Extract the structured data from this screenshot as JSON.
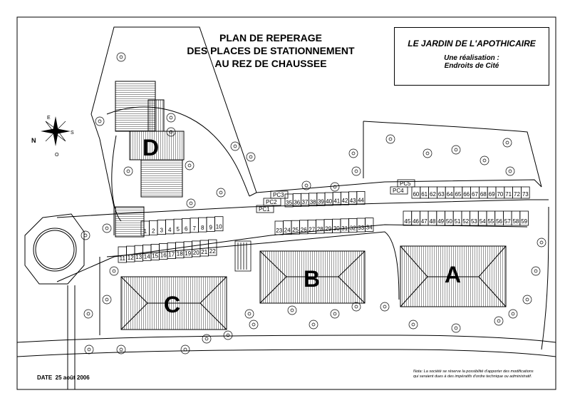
{
  "title_lines": [
    "PLAN DE REPERAGE",
    "DES PLACES DE STATIONNEMENT",
    "AU REZ DE CHAUSSEE"
  ],
  "cartouche": {
    "name": "LE JARDIN DE L'APOTHICAIRE",
    "line2": "Une réalisation :",
    "line3": "Endroits de Cité"
  },
  "date_label": "DATE",
  "date_value": "25 août 2006",
  "note_line1": "Nota: La société se réserve la possibilité d'apporter des modifications",
  "note_line2": "qui seraient dues à des impératifs d'ordre technique ou administratif.",
  "compass": {
    "n": "N",
    "s": "S",
    "e": "E",
    "o": "O"
  },
  "buildings": {
    "a": "A",
    "b": "B",
    "c": "C",
    "d": "D"
  },
  "spots": {
    "row_1_10": [
      "1",
      "2",
      "3",
      "4",
      "5",
      "6",
      "7",
      "8",
      "9",
      "10"
    ],
    "row_11_22": [
      "11",
      "12",
      "13",
      "14",
      "15",
      "16",
      "17",
      "18",
      "19",
      "20",
      "21",
      "22"
    ],
    "row_23_34": [
      "23",
      "24",
      "25",
      "26",
      "27",
      "28",
      "29",
      "30",
      "31",
      "32",
      "33",
      "34"
    ],
    "row_35_44": [
      "35",
      "36",
      "37",
      "38",
      "39",
      "40",
      "41",
      "42",
      "43",
      "44"
    ],
    "row_45_59": [
      "45",
      "46",
      "47",
      "48",
      "49",
      "50",
      "51",
      "52",
      "53",
      "54",
      "55",
      "56",
      "57",
      "58",
      "59"
    ],
    "row_60_73": [
      "60",
      "61",
      "62",
      "63",
      "64",
      "65",
      "66",
      "67",
      "68",
      "69",
      "70",
      "71",
      "72",
      "73"
    ],
    "pc": [
      "PC1",
      "PC2",
      "PC3",
      "PC4",
      "PC5"
    ]
  }
}
